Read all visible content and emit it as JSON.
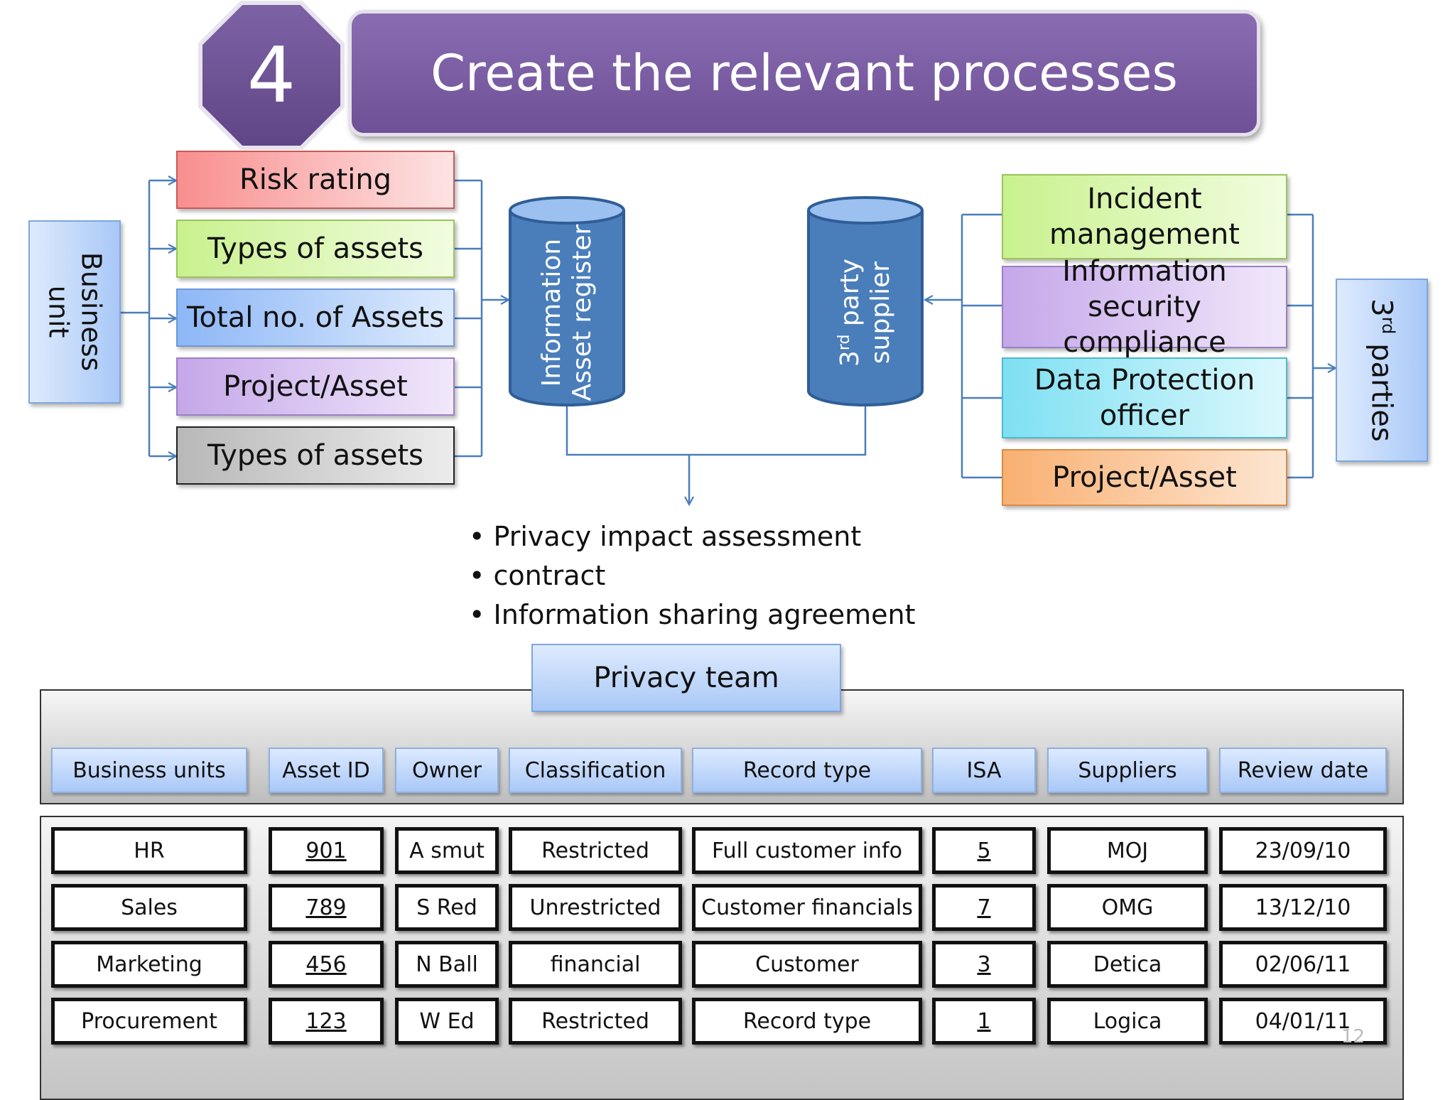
{
  "step_number": "4",
  "title": "Create the relevant processes",
  "business_unit": "Business unit",
  "left_items": [
    {
      "label": "Risk rating",
      "color_top": "#f98e8e",
      "color_bottom": "#fde3e3"
    },
    {
      "label": "Types of assets",
      "color_top": "#c9f18e",
      "color_bottom": "#f1fde0"
    },
    {
      "label": "Total no. of Assets",
      "color_top": "#8db7f6",
      "color_bottom": "#deebfd"
    },
    {
      "label": "Project/Asset",
      "color_top": "#c5a7e9",
      "color_bottom": "#f1e8fb"
    },
    {
      "label": "Types of assets",
      "color_top": "#b8b8b8",
      "color_bottom": "#ececec"
    }
  ],
  "cylinder_left": "Information Asset register",
  "cylinder_right_sup": "rd",
  "cylinder_right_pre": "3",
  "cylinder_right_rest": " party supplier",
  "right_items": [
    {
      "label": "Incident management",
      "color_top": "#c9f18e",
      "color_bottom": "#f1fde0"
    },
    {
      "label": "Information security compliance",
      "color_top": "#c5a7e9",
      "color_bottom": "#f1e8fb"
    },
    {
      "label": "Data Protection officer",
      "color_top": "#7ee0f2",
      "color_bottom": "#dcf8fd"
    },
    {
      "label": "Project/Asset",
      "color_top": "#f9b072",
      "color_bottom": "#fde6d2"
    }
  ],
  "third_parties_pre": "3",
  "third_parties_sup": "rd",
  "third_parties_rest": " parties",
  "bullets": [
    "Privacy impact assessment",
    "contract",
    "Information sharing agreement"
  ],
  "privacy_team": "Privacy team",
  "table": {
    "headers": [
      "Business units",
      "Asset ID",
      "Owner",
      "Classification",
      "Record type",
      "ISA",
      "Suppliers",
      "Review date"
    ],
    "rows": [
      [
        "HR",
        "901",
        "A smut",
        "Restricted",
        "Full customer  info",
        "5",
        "MOJ",
        "23/09/10"
      ],
      [
        "Sales",
        "789",
        "S Red",
        "Unrestricted",
        "Customer financials",
        "7",
        "OMG",
        "13/12/10"
      ],
      [
        "Marketing",
        "456",
        "N Ball",
        "financial",
        "Customer",
        "3",
        "Detica",
        "02/06/11"
      ],
      [
        "Procurement",
        "123",
        "W Ed",
        "Restricted",
        "Record type",
        "1",
        "Logica",
        "04/01/11"
      ]
    ]
  },
  "page_number": "12",
  "colors": {
    "title_bar": "#7b5ea1",
    "badge": "#6b4f8f",
    "connector": "#4a7ebb",
    "cylinder": "#4a7ebb"
  }
}
